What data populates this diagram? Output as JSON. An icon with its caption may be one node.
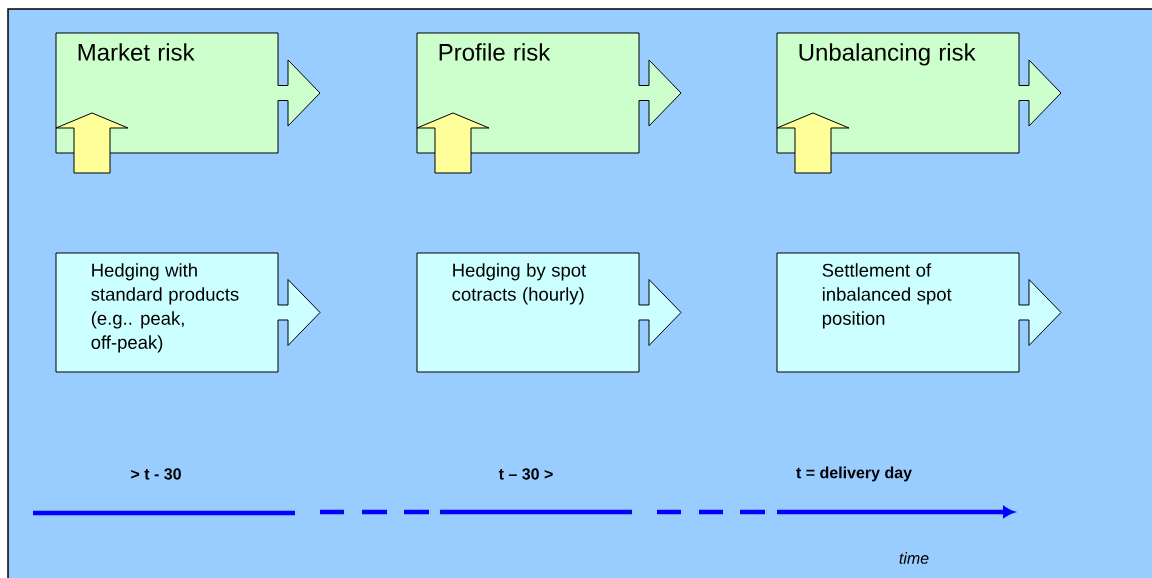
{
  "diagram": {
    "nodes": [
      {
        "text": [
          "Market risk"
        ]
      },
      {
        "text": [
          "Profile risk"
        ]
      },
      {
        "text": [
          "Unbalancing risk"
        ]
      },
      {
        "text": [
          "Hedging with standard products (e.g.. peak, off-peak)"
        ]
      },
      {
        "text": [
          "Hedging by spot cotracts (hourly)"
        ]
      },
      {
        "text": [
          "Settlement of inbalanced spot position"
        ]
      }
    ],
    "labels": [
      "> t - 30",
      "t – 30 >",
      "t = delivery day",
      "time"
    ]
  }
}
